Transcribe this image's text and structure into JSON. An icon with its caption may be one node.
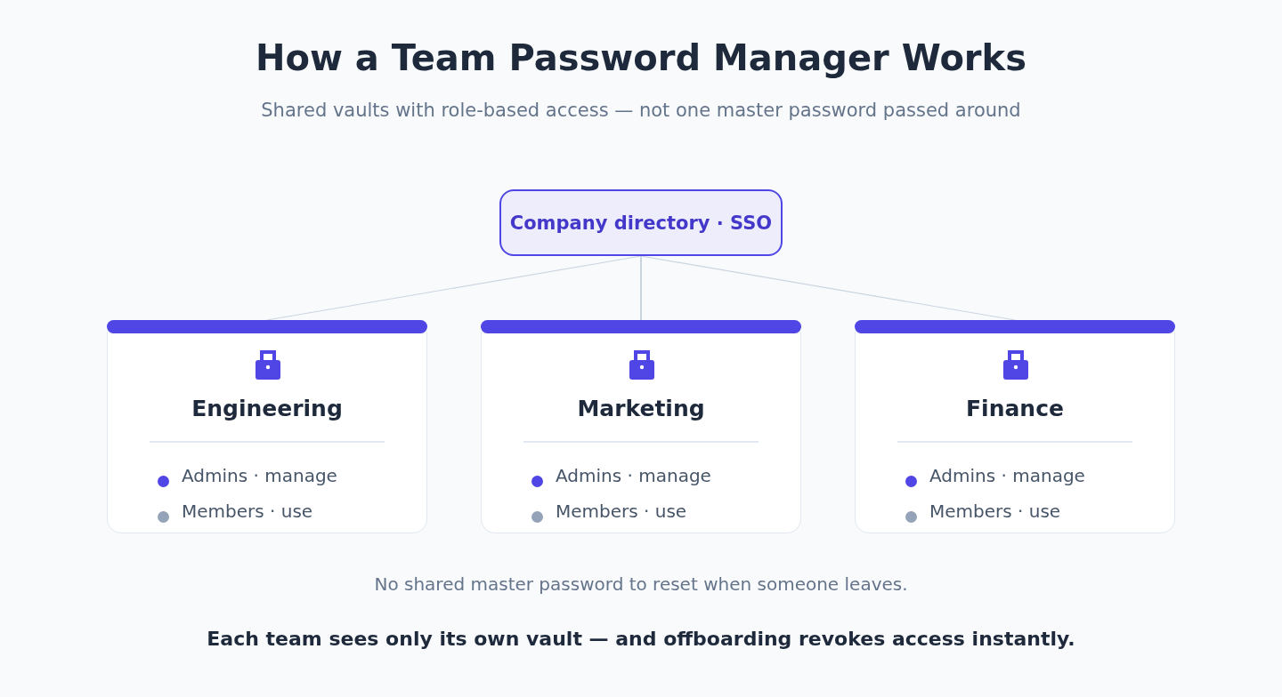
{
  "diagram": {
    "title": "How a Team Password Manager Works",
    "nodes": [
      {
        "text": [
          "Company directory · SSO"
        ]
      },
      {
        "text": [
          "Engineering",
          "Admins · manage",
          "Members · use"
        ]
      },
      {
        "text": [
          "Marketing",
          "Admins · manage",
          "Members · use"
        ]
      },
      {
        "text": [
          "Finance",
          "Admins · manage",
          "Members · use"
        ]
      }
    ],
    "edges": [
      {
        "from": 0,
        "to": 1,
        "arrow": "none"
      },
      {
        "from": 0,
        "to": 2,
        "arrow": "none"
      },
      {
        "from": 0,
        "to": 3,
        "arrow": "none"
      }
    ],
    "labels": [
      "Shared vaults with role-based access — not one master password passed around",
      "No shared master password to reset when someone leaves.",
      "Each team sees only its own vault — and offboarding revokes access instantly."
    ]
  }
}
